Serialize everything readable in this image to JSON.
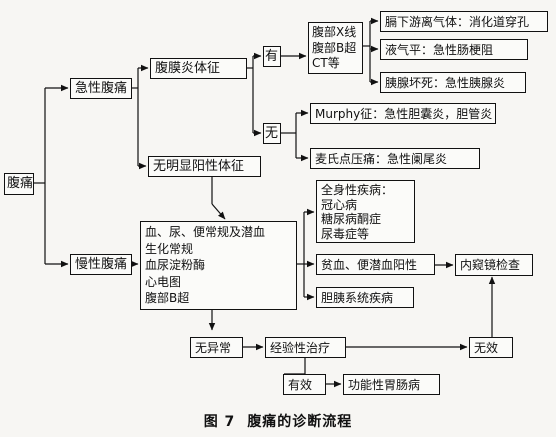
{
  "nodes": {
    "abdominal_pain": "腹痛",
    "acute": "急性腹痛",
    "chronic": "慢性腹痛",
    "peritonitis_sign": "腹膜炎体征",
    "no_positive_sign": "无明显阳性体征",
    "yes": "有",
    "no": "无",
    "imaging": [
      "腹部X线",
      "腹部B超",
      "CT等"
    ],
    "free_gas": "膈下游离气体：消化道穿孔",
    "fluid_level": "液气平：急性肠梗阻",
    "pancreas_necrosis": "胰腺坏死：急性胰腺炎",
    "murphy": "Murphy征：急性胆囊炎，胆管炎",
    "mcburney": "麦氏点压痛：急性阑尾炎",
    "systemic": [
      "全身性疾病：",
      "冠心病",
      "糖尿病酮症",
      "尿毒症等"
    ],
    "tests": [
      "血、尿、便常规及潜血",
      "生化常规",
      "血尿淀粉酶",
      "心电图",
      "腹部B超"
    ],
    "anemia": "贫血、便潜血阳性",
    "endoscopy": "内窥镜检查",
    "pancreas_biliary": "胆胰系统疾病",
    "no_abnormal": "无异常",
    "empirical": "经验性治疗",
    "ineffective": "无效",
    "effective": "有效",
    "functional": "功能性胃肠病"
  },
  "caption": {
    "number": "图 7",
    "title": "腹痛的诊断流程"
  }
}
